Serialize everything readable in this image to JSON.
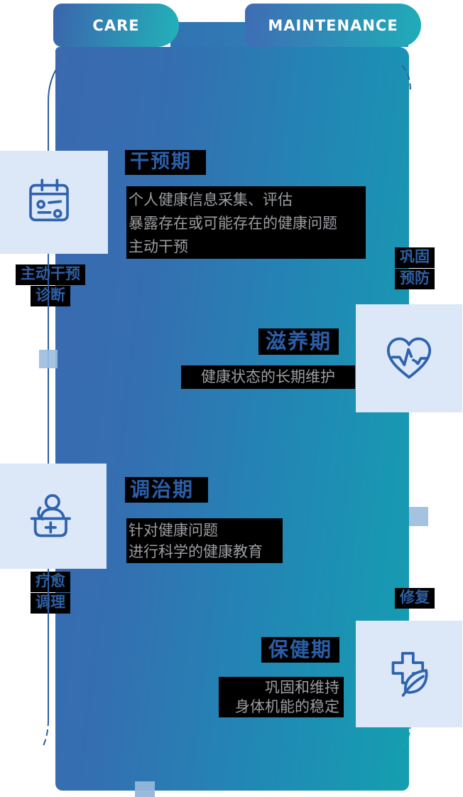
{
  "header": {
    "tabs": [
      {
        "label": "CARE"
      },
      {
        "label": "MAINTENANCE"
      }
    ]
  },
  "sections": [
    {
      "title": "干预期",
      "lines": [
        "个人健康信息采集、评估",
        "暴露存在或可能存在的健康问题",
        "主动干预"
      ]
    },
    {
      "title": "滋养期",
      "lines": [
        "健康状态的长期维护"
      ]
    },
    {
      "title": "调治期",
      "lines": [
        "针对健康问题",
        "进行科学的健康教育"
      ]
    },
    {
      "title": "保健期",
      "lines": [
        "巩固和维持",
        "身体机能的稳定"
      ]
    }
  ],
  "side_labels": {
    "left_top": [
      "主动干预",
      "诊断"
    ],
    "right_top": [
      "巩固",
      "预防"
    ],
    "left_bottom": [
      "疗愈",
      "调理"
    ],
    "right_bottom": [
      "修复"
    ]
  },
  "icons": [
    {
      "name": "calendar-schedule-icon"
    },
    {
      "name": "heart-pulse-icon"
    },
    {
      "name": "clinic-reception-icon"
    },
    {
      "name": "medical-cross-leaf-icon"
    }
  ],
  "colors": {
    "body_gradient_start": "#3a69b0",
    "body_gradient_end": "#149fb0",
    "tab_gradient_start": "#3b64ad",
    "tab_gradient_end": "#22b2b9",
    "card_bg": "#dce7f8",
    "icon_stroke": "#2f63ad",
    "title_text": "#2c5ea8",
    "body_text": "#9b9da1",
    "label_text": "#2e5fa3",
    "highlight_bg": "#000000",
    "line_blue": "#2e5fa3",
    "line_teal": "#17a3b1",
    "node_fill": "#9bbedd"
  }
}
